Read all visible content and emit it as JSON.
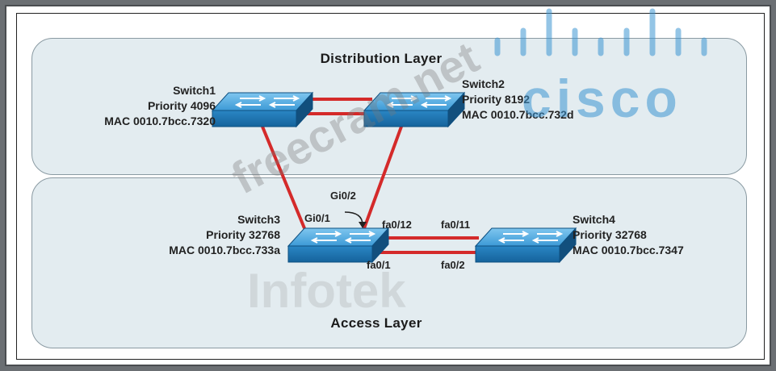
{
  "layers": {
    "distribution": "Distribution Layer",
    "access": "Access Layer"
  },
  "switches": {
    "switch1": {
      "name": "Switch1",
      "priority": "Priority 4096",
      "mac": "MAC 0010.7bcc.7320"
    },
    "switch2": {
      "name": "Switch2",
      "priority": "Priority 8192",
      "mac": "MAC 0010.7bcc.732d"
    },
    "switch3": {
      "name": "Switch3",
      "priority": "Priority 32768",
      "mac": "MAC 0010.7bcc.733a"
    },
    "switch4": {
      "name": "Switch4",
      "priority": "Priority 32768",
      "mac": "MAC 0010.7bcc.7347"
    }
  },
  "ports": {
    "gi0_1": "Gi0/1",
    "gi0_2": "Gi0/2",
    "fa0_12": "fa0/12",
    "fa0_11": "fa0/11",
    "fa0_1": "fa0/1",
    "fa0_2": "fa0/2"
  },
  "watermarks": {
    "cisco": "cisco",
    "url": "freecram.net",
    "infotek": "Infotek"
  },
  "colors": {
    "link": "#d42a2a",
    "switch_top": "#5fb4e6",
    "switch_side": "#1f7ab8",
    "layer_bg": "#e3ecf0"
  }
}
